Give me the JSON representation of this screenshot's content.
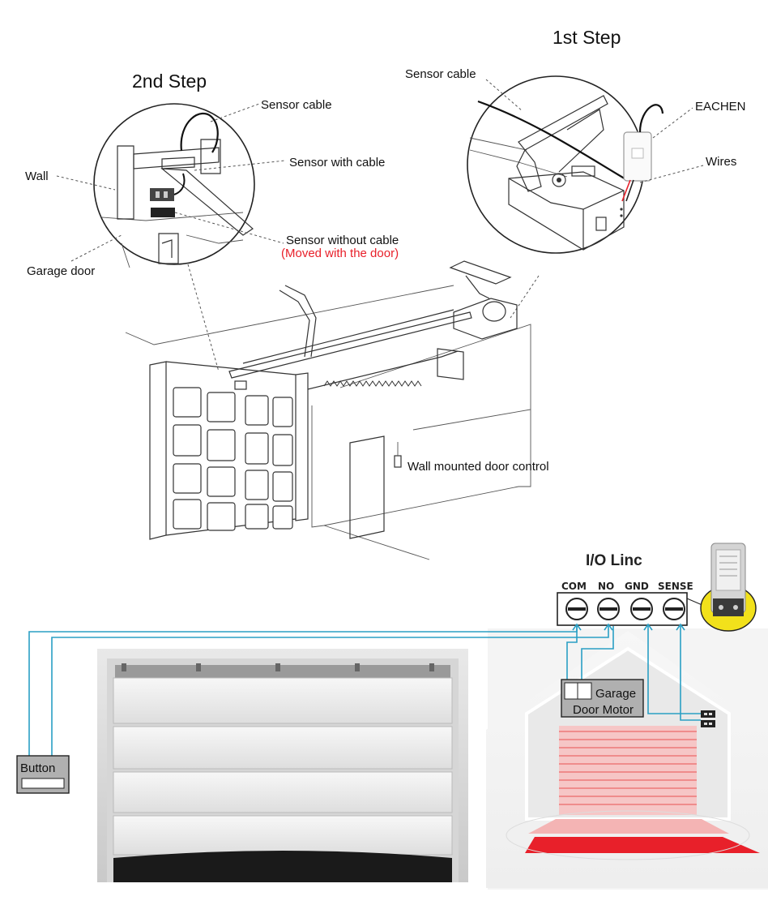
{
  "steps": {
    "first": "1st Step",
    "second": "2nd Step"
  },
  "step2_labels": {
    "sensor_cable": "Sensor cable",
    "sensor_with_cable": "Sensor with cable",
    "wall": "Wall",
    "sensor_without_cable": "Sensor without cable",
    "moved_with_door": "(Moved with the door)",
    "garage_door": "Garage door"
  },
  "step1_labels": {
    "sensor_cable": "Sensor cable",
    "eachen": "EACHEN",
    "wires": "Wires"
  },
  "scene": {
    "wall_control": "Wall mounted door control"
  },
  "io_linc": {
    "title": "I/O Linc",
    "terminals": [
      "COM",
      "NO",
      "GND",
      "SENSE"
    ]
  },
  "devices": {
    "button": "Button",
    "motor_line1": "Garage",
    "motor_line2": "Door Motor"
  },
  "colors": {
    "wire": "#2a9fc4",
    "highlight": "#f2e11b",
    "note_red": "#e8202a",
    "alarm_red": "#e8202a"
  }
}
